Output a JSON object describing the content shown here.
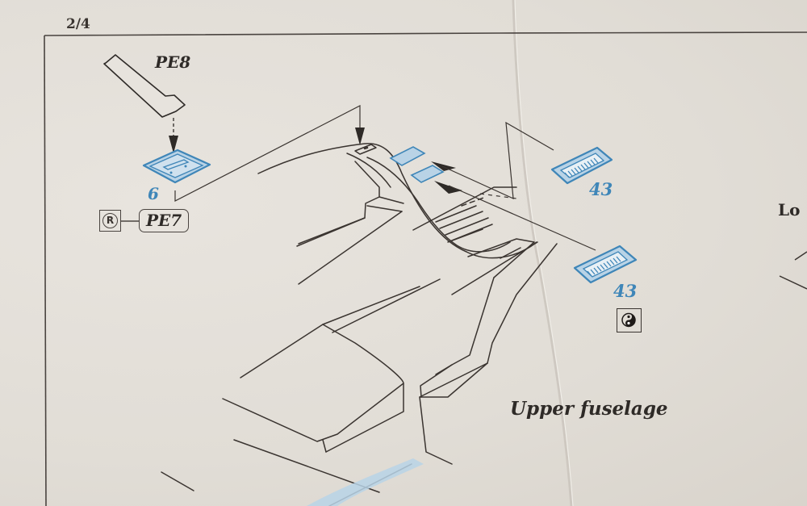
{
  "page_number": "2/4",
  "labels": {
    "pe8": "PE8",
    "part_6": "6",
    "pe7": "PE7",
    "part_43_top": "43",
    "part_43_bottom": "43",
    "upper_fuselage": "Upper fuselage",
    "lower_cut": "Lo"
  },
  "symbols": {
    "r_mark": "R",
    "glue_icon": "glue-icon"
  },
  "colors": {
    "paper": "#e4e0da",
    "ink": "#2e2a27",
    "photo_etch_blue": "#3f86b8",
    "photo_etch_fill": "#b9d3e6"
  }
}
